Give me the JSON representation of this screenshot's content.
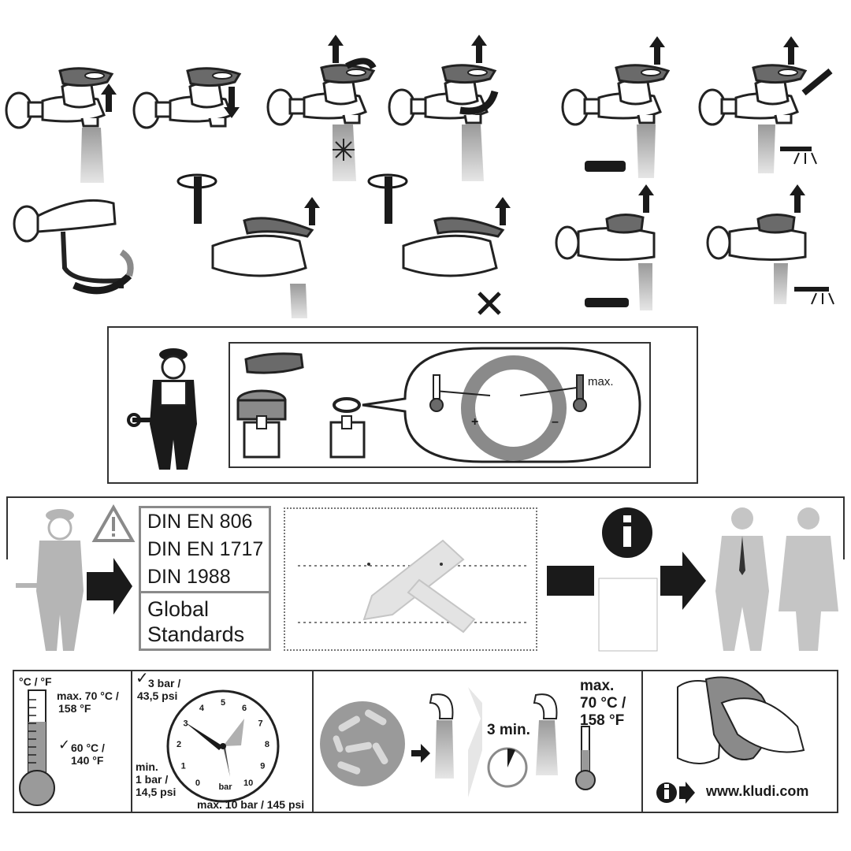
{
  "standards": {
    "din_806": "DIN EN 806",
    "din_1717": "DIN EN 1717",
    "din_1988": "DIN 1988",
    "global_line1": "Global",
    "global_line2": "Standards"
  },
  "temperature_setting": {
    "max_label": "max."
  },
  "thermometer": {
    "units": "°C / °F",
    "max_line1": "max. 70 °C /",
    "max_line2": "158 °F",
    "rec_line1": "60 °C /",
    "rec_line2": "140 °F"
  },
  "pressure": {
    "rec_line1": "3 bar /",
    "rec_line2": "43,5 psi",
    "min_line1": "min.",
    "min_line2": "1 bar /",
    "min_line3": "14,5 psi",
    "max_text": "max. 10 bar / 145 psi",
    "unit": "bar",
    "dial": [
      "0",
      "1",
      "2",
      "3",
      "4",
      "5",
      "6",
      "7",
      "8",
      "9",
      "10"
    ]
  },
  "flush": {
    "duration": "3 min.",
    "max_line1": "max.",
    "max_line2": "70 °C /",
    "max_line3": "158 °F"
  },
  "care": {
    "url": "www.kludi.com"
  },
  "colors": {
    "dark": "#1a1a1a",
    "mid_gray": "#8a8a8a",
    "light_gray": "#c8c8c8",
    "water": "#b0b0b0"
  },
  "icons": [
    "warning-icon",
    "info-icon",
    "snowflake-icon",
    "wrench-icon",
    "screwdriver-icon",
    "arrow-up-icon",
    "rotate-icon"
  ]
}
